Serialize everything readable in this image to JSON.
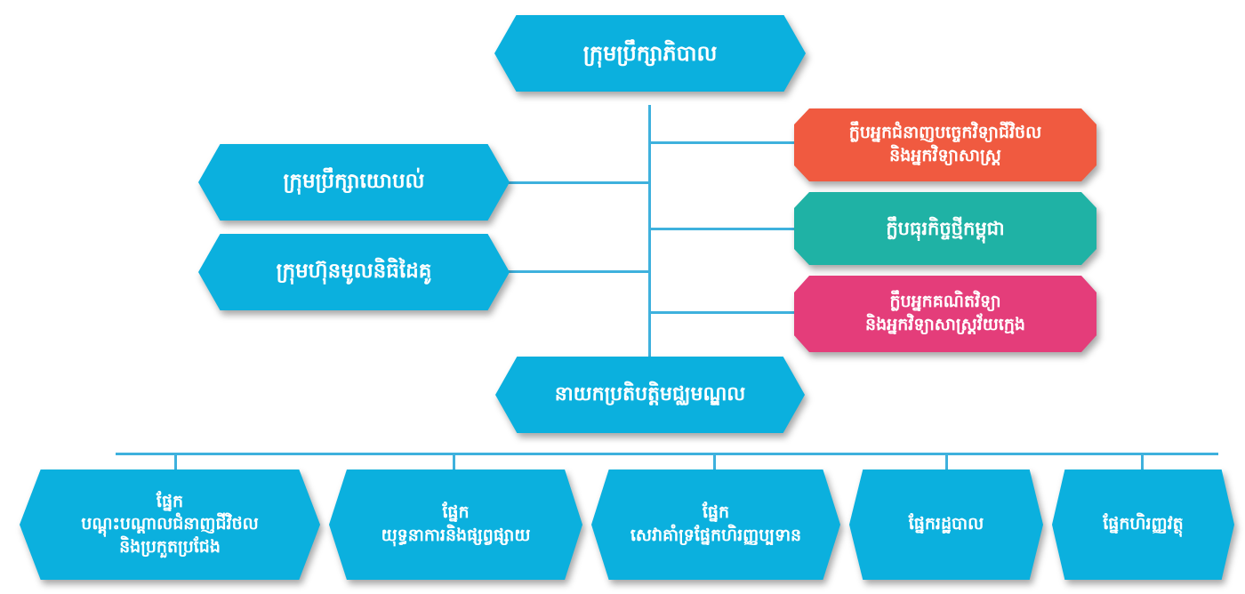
{
  "colors": {
    "blue": "#0bb0de",
    "orange": "#f05a40",
    "teal": "#1fb2a5",
    "pink": "#e43d7a",
    "connector": "#3eb1dd"
  },
  "governing_board": {
    "label": "ក្រុមប្រឹក្សាភិបាល"
  },
  "advisory_board": {
    "label": "ក្រុមប្រឹក្សាយោបល់"
  },
  "partner_company": {
    "label": "ក្រុមហ៊ុនមូលនិធិដៃគូ"
  },
  "clubs": [
    {
      "label": "ក្លឹបអ្នកជំនាញបច្ចេកវិទ្យាជីវិថល\nនិងអ្នកវិទ្យាសាស្ត្រ",
      "color": "#f05a40"
    },
    {
      "label": "ក្លឹបធុរកិច្ចថ្មីកម្ពុជា",
      "color": "#1fb2a5"
    },
    {
      "label": "ក្លឹបអ្នកគណិតវិទ្យា\nនិងអ្នកវិទ្យាសាស្ត្រវ័យក្មេង",
      "color": "#e43d7a"
    }
  ],
  "director": {
    "label": "នាយកប្រតិបត្តិមជ្ឈមណ្ឌល"
  },
  "departments": [
    {
      "label": "ផ្នែក\nបណ្ដុះបណ្ដាលជំនាញជីវិថល\nនិងប្រកួតប្រជែង"
    },
    {
      "label": "ផ្នែក\nយុទ្ធនាការនិងផ្សព្វផ្សាយ"
    },
    {
      "label": "ផ្នែក\nសេវាគាំទ្រផ្នែកហិរញ្ញប្បទាន"
    },
    {
      "label": "ផ្នែករដ្ឋបាល"
    },
    {
      "label": "ផ្នែកហិរញ្ញវត្ថុ"
    }
  ]
}
